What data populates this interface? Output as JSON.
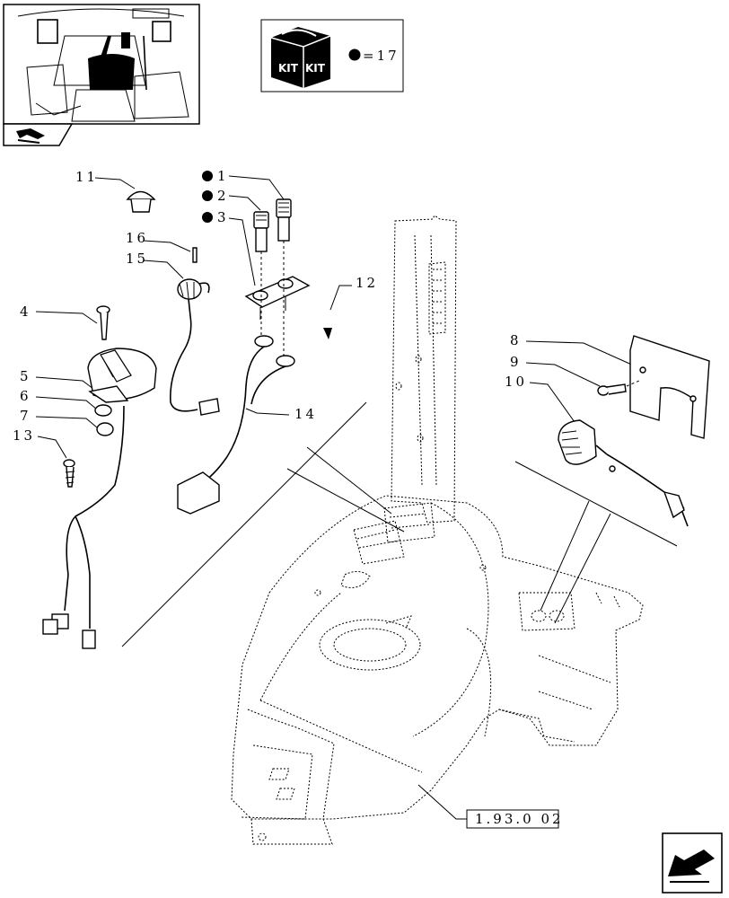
{
  "kit_box": {
    "kit_left": "KIT",
    "kit_right": "KIT",
    "equals_value": "=17"
  },
  "reference": {
    "label": "1.93.0 02"
  },
  "callouts": [
    {
      "number": "1",
      "kit": true
    },
    {
      "number": "2",
      "kit": true
    },
    {
      "number": "3",
      "kit": true
    },
    {
      "number": "4",
      "kit": false
    },
    {
      "number": "5",
      "kit": false
    },
    {
      "number": "6",
      "kit": false
    },
    {
      "number": "7",
      "kit": false
    },
    {
      "number": "8",
      "kit": false
    },
    {
      "number": "9",
      "kit": false
    },
    {
      "number": "10",
      "kit": false
    },
    {
      "number": "11",
      "kit": false
    },
    {
      "number": "12",
      "kit": false
    },
    {
      "number": "13",
      "kit": false
    },
    {
      "number": "14",
      "kit": false
    },
    {
      "number": "15",
      "kit": false
    },
    {
      "number": "16",
      "kit": false
    }
  ],
  "icons": {
    "thumbnail": "cab-interior-thumbnail",
    "thumbnail_tab": "arrow-folder-icon",
    "kit_bullet": "kit-bullet-icon",
    "next_page": "next-page-arrow-icon"
  }
}
